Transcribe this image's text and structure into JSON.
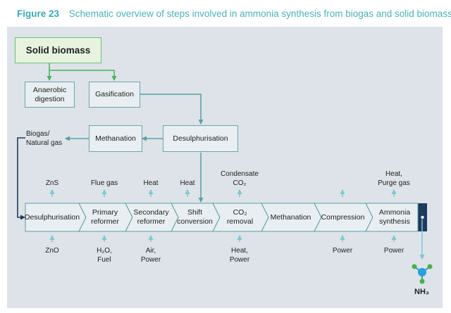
{
  "figure": {
    "number": "Figure 23",
    "title": "Schematic overview of steps involved in ammonia synthesis from biogas and solid biomass"
  },
  "nodes": {
    "solid_biomass": "Solid biomass",
    "anaerobic_digestion": [
      "Anaerobic",
      "digestion"
    ],
    "gasification": "Gasification",
    "desulphurisation_top": "Desulphurisation",
    "methanation_top": "Methanation",
    "biogas": [
      "Biogas/",
      "Natural gas"
    ]
  },
  "steps": [
    {
      "label": [
        "Desulphurisation"
      ],
      "top": [
        "ZnS"
      ],
      "bottom": [
        "ZnO"
      ]
    },
    {
      "label": [
        "Primary",
        "reformer"
      ],
      "top": [
        "Flue gas"
      ],
      "bottom": [
        "H₂O,",
        "Fuel"
      ]
    },
    {
      "label": [
        "Secondary",
        "reformer"
      ],
      "top": [
        "Heat"
      ],
      "bottom": [
        "Air,",
        "Power"
      ]
    },
    {
      "label": [
        "Shift",
        "conversion"
      ],
      "top": [
        "Heat"
      ],
      "bottom": []
    },
    {
      "label": [
        "CO₂",
        "removal"
      ],
      "top": [
        "Condensate",
        "CO₂"
      ],
      "bottom": [
        "Heat,",
        "Power"
      ]
    },
    {
      "label": [
        "Methanation"
      ],
      "top": [],
      "bottom": []
    },
    {
      "label": [
        "Compression"
      ],
      "top": [
        ""
      ],
      "bottom": [
        "Power"
      ]
    },
    {
      "label": [
        "Ammonia",
        "synthesis"
      ],
      "top": [
        "Heat,",
        "Purge gas"
      ],
      "bottom": [
        "Power"
      ]
    }
  ],
  "product": "NH₃",
  "colors": {
    "teal": "#5a9fa6",
    "light_teal_arrow": "#7fc6d3",
    "green": "#45b35c",
    "box_fill": "#e8eef1",
    "panel": "#dde3e8",
    "navy": "#1e3a5c",
    "molecule": "#2aa0d8",
    "molecule_h": "#49b04c"
  }
}
